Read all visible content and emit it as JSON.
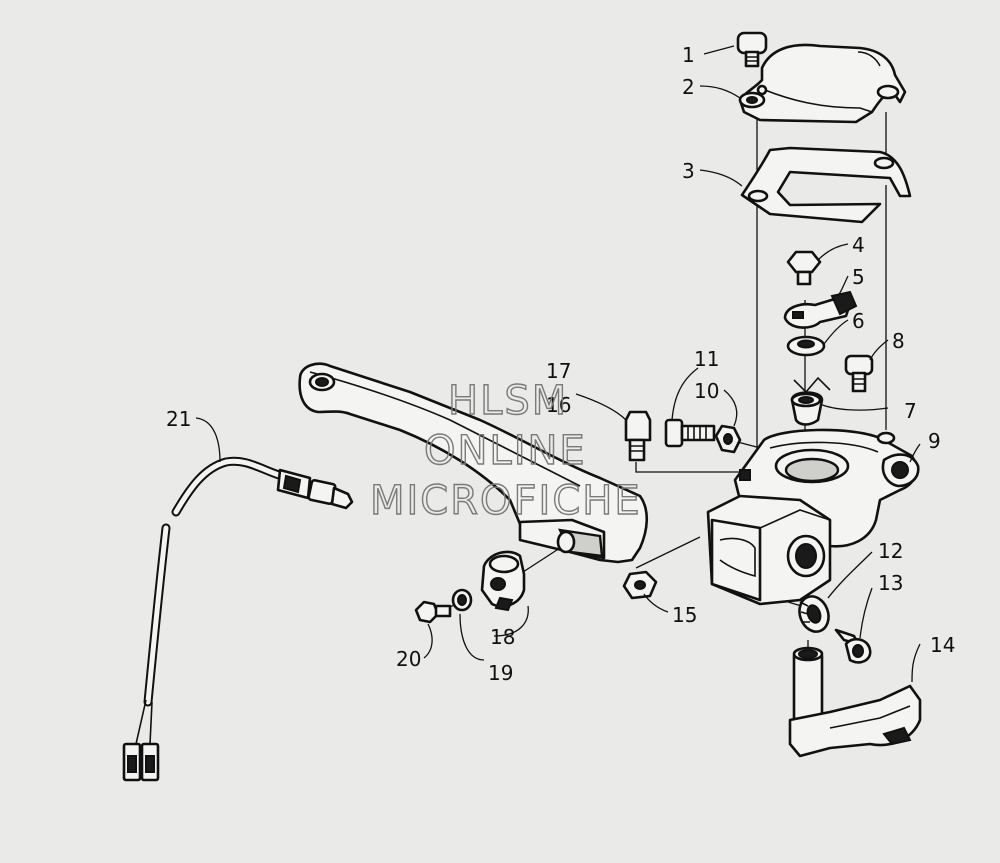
{
  "watermark": {
    "line1": "HLSM",
    "line2": "ONLINE",
    "line3": "MICROFICHE"
  },
  "callouts": [
    {
      "id": "c1",
      "label": "1",
      "part": "screw"
    },
    {
      "id": "c2",
      "label": "2",
      "part": "upper-clamp-cover"
    },
    {
      "id": "c3",
      "label": "3",
      "part": "gasket"
    },
    {
      "id": "c4",
      "label": "4",
      "part": "bolt"
    },
    {
      "id": "c5",
      "label": "5",
      "part": "terminal"
    },
    {
      "id": "c6",
      "label": "6",
      "part": "washer"
    },
    {
      "id": "c7",
      "label": "7",
      "part": "spring-cap"
    },
    {
      "id": "c8",
      "label": "8",
      "part": "screw"
    },
    {
      "id": "c9",
      "label": "9",
      "part": "housing-cover"
    },
    {
      "id": "c10",
      "label": "10",
      "part": "nut"
    },
    {
      "id": "c11",
      "label": "11",
      "part": "bolt"
    },
    {
      "id": "c12",
      "label": "12",
      "part": "washer"
    },
    {
      "id": "c13",
      "label": "13",
      "part": "bolt"
    },
    {
      "id": "c14",
      "label": "14",
      "part": "bracket"
    },
    {
      "id": "c15",
      "label": "15",
      "part": "nut"
    },
    {
      "id": "c16",
      "label": "16",
      "part": "pivot-bolt"
    },
    {
      "id": "c17",
      "label": "17",
      "part": "pivot-bolt"
    },
    {
      "id": "c18",
      "label": "18",
      "part": "adjuster"
    },
    {
      "id": "c19",
      "label": "19",
      "part": "bushing"
    },
    {
      "id": "c20",
      "label": "20",
      "part": "screw"
    },
    {
      "id": "c21",
      "label": "21",
      "part": "switch-cable"
    }
  ]
}
